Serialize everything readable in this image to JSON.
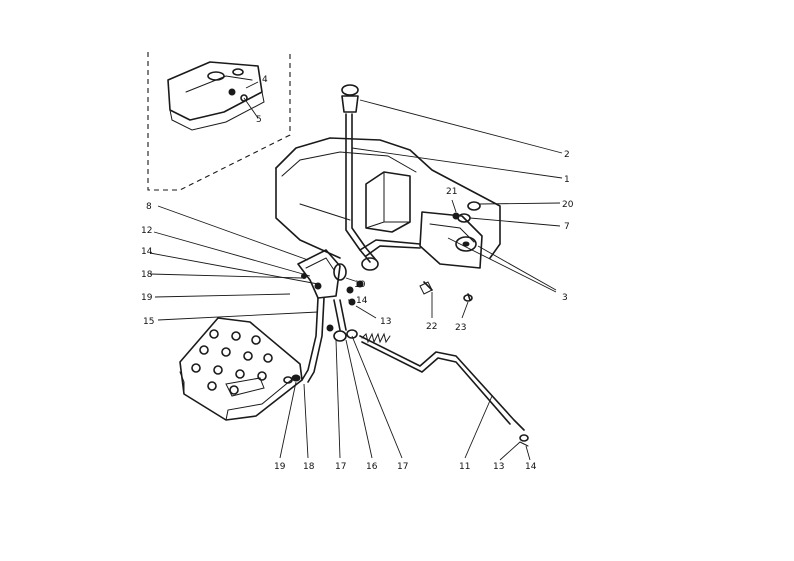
{
  "callouts": [
    {
      "id": "c-2",
      "text": "2"
    },
    {
      "id": "c-1",
      "text": "1"
    },
    {
      "id": "c-20",
      "text": "20"
    },
    {
      "id": "c-21",
      "text": "21"
    },
    {
      "id": "c-7",
      "text": "7"
    },
    {
      "id": "c-3",
      "text": "3"
    },
    {
      "id": "c-8",
      "text": "8"
    },
    {
      "id": "c-12",
      "text": "12"
    },
    {
      "id": "c-14a",
      "text": "14"
    },
    {
      "id": "c-18a",
      "text": "18"
    },
    {
      "id": "c-19a",
      "text": "19"
    },
    {
      "id": "c-15",
      "text": "15"
    },
    {
      "id": "c-10",
      "text": "10"
    },
    {
      "id": "c-14b",
      "text": "14"
    },
    {
      "id": "c-13a",
      "text": "13"
    },
    {
      "id": "c-22",
      "text": "22"
    },
    {
      "id": "c-23",
      "text": "23"
    },
    {
      "id": "c-19b",
      "text": "19"
    },
    {
      "id": "c-18b",
      "text": "18"
    },
    {
      "id": "c-17a",
      "text": "17"
    },
    {
      "id": "c-16",
      "text": "16"
    },
    {
      "id": "c-17b",
      "text": "17"
    },
    {
      "id": "c-11",
      "text": "11"
    },
    {
      "id": "c-13b",
      "text": "13"
    },
    {
      "id": "c-14c",
      "text": "14"
    },
    {
      "id": "c-inset-4",
      "text": "4"
    },
    {
      "id": "c-inset-5",
      "text": "5"
    }
  ]
}
